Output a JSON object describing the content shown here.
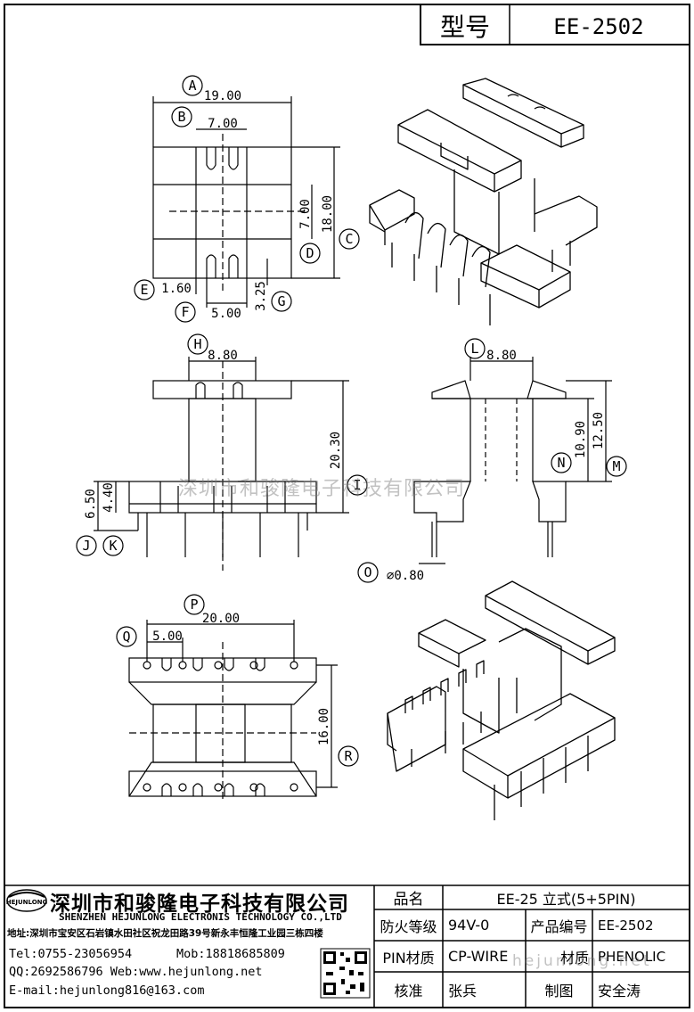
{
  "title_block": {
    "label": "型号",
    "model": "EE-2502"
  },
  "dimensions": {
    "A": "19.00",
    "B": "7.00",
    "C": "18.00",
    "D": "7.00",
    "E": "1.60",
    "F": "5.00",
    "G": "3.25",
    "H": "8.80",
    "I": "20.30",
    "J": "6.50",
    "K": "4.40",
    "L": "8.80",
    "M": "12.50",
    "N": "10.90",
    "O": "⌀0.80",
    "P": "20.00",
    "Q": "5.00",
    "R": "16.00"
  },
  "letters": [
    "A",
    "B",
    "C",
    "D",
    "E",
    "F",
    "G",
    "H",
    "I",
    "J",
    "K",
    "L",
    "M",
    "N",
    "O",
    "P",
    "Q",
    "R"
  ],
  "watermark": "深圳市和骏隆电子科技有限公司",
  "watermark_url": "hejunlong.net",
  "company": {
    "logo_text": "HEJUNLONG",
    "name_cn": "深圳市和骏隆电子科技有限公司",
    "name_en": "SHENZHEN HEJUNLONG ELECTRONIS TECHNOLOGY CO.,LTD",
    "address": "地址:深圳市宝安区石岩镇水田社区祝龙田路39号新永丰恒隆工业园三栋四楼",
    "tel": "Tel:0755-23056954",
    "mob": "Mob:18818685809",
    "qq_web": "QQ:2692586796 Web:www.hejunlong.net",
    "email": "E-mail:hejunlong816@163.com"
  },
  "spec_table": {
    "name_label": "品名",
    "name_value": "EE-25 立式(5+5PIN)",
    "fire_label": "防火等级",
    "fire_value": "94V-0",
    "code_label": "产品编号",
    "code_value": "EE-2502",
    "pin_label": "PIN材质",
    "pin_value": "CP-WIRE",
    "material_label": "材质",
    "material_value": "PHENOLIC",
    "review_label": "核准",
    "review_value": "张兵",
    "draw_label": "制图",
    "draw_value": "安全涛"
  }
}
